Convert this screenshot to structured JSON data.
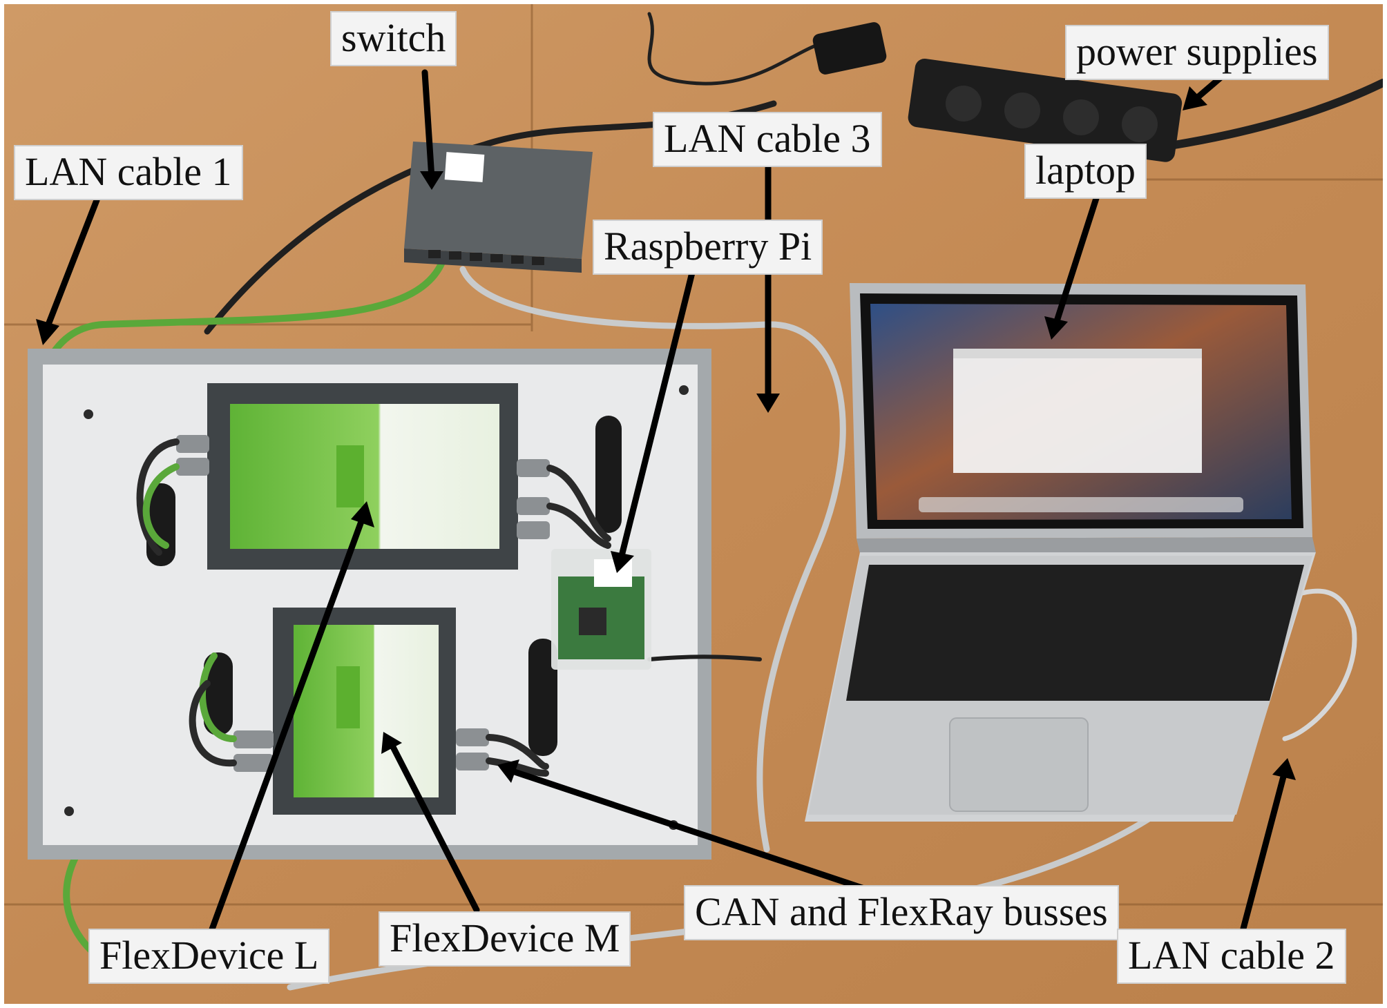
{
  "labels": {
    "switch": "switch",
    "power_supplies": "power supplies",
    "lan_cable_1": "LAN cable 1",
    "lan_cable_3": "LAN cable 3",
    "laptop": "laptop",
    "raspberry_pi": "Raspberry Pi",
    "flexdevice_l": "FlexDevice L",
    "flexdevice_m": "FlexDevice M",
    "can_flexray": "CAN and FlexRay busses",
    "lan_cable_2": "LAN cable 2"
  },
  "colors": {
    "floor": "#c58d58",
    "floor_dark": "#a9723f",
    "case_plate": "#e8e9ea",
    "case_frame": "#9ea3a6",
    "device_green": "#6cbf3f",
    "device_dark": "#3f4447",
    "cable_green": "#5aa83a",
    "cable_gray": "#c9cbcc",
    "cable_black": "#222222",
    "laptop_silver": "#cfd1d3",
    "screen_sky": "#3c5c8a",
    "arrow": "#000000"
  }
}
